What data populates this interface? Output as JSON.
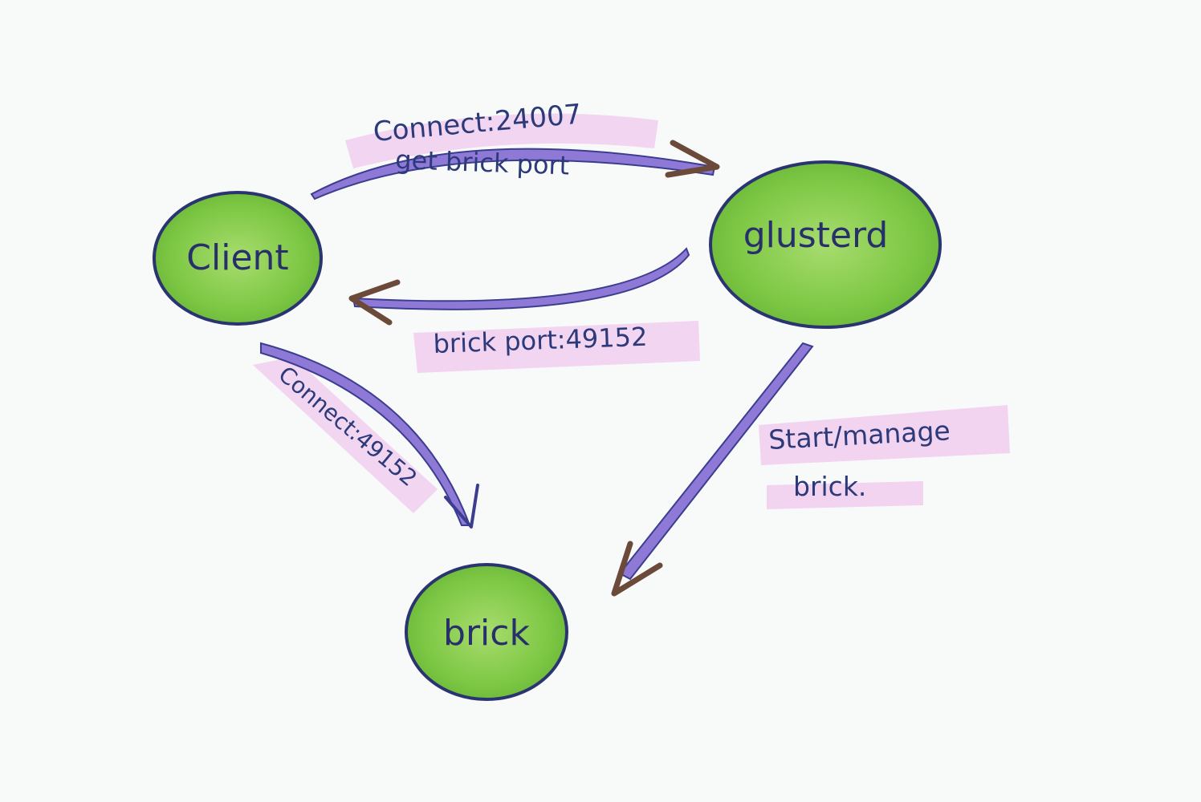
{
  "nodes": {
    "client": {
      "label": "Client"
    },
    "glusterd": {
      "label": "glusterd"
    },
    "brick": {
      "label": "brick"
    }
  },
  "edges": {
    "client_to_glusterd": {
      "line1": "Connect:24007",
      "line2": "get brick port"
    },
    "glusterd_to_client": {
      "label": "brick port:49152"
    },
    "client_to_brick": {
      "label": "Connect:49152"
    },
    "glusterd_to_brick": {
      "line1": "Start/manage",
      "line2": "brick."
    }
  },
  "colors": {
    "node_fill": "#7ec845",
    "node_stroke": "#2a3470",
    "arrow": "#8e79d6",
    "arrow_outline": "#3b3d8f",
    "arrowhead": "#6b4a3a",
    "highlight": "#f0c8ee",
    "text": "#2c3a7a"
  }
}
